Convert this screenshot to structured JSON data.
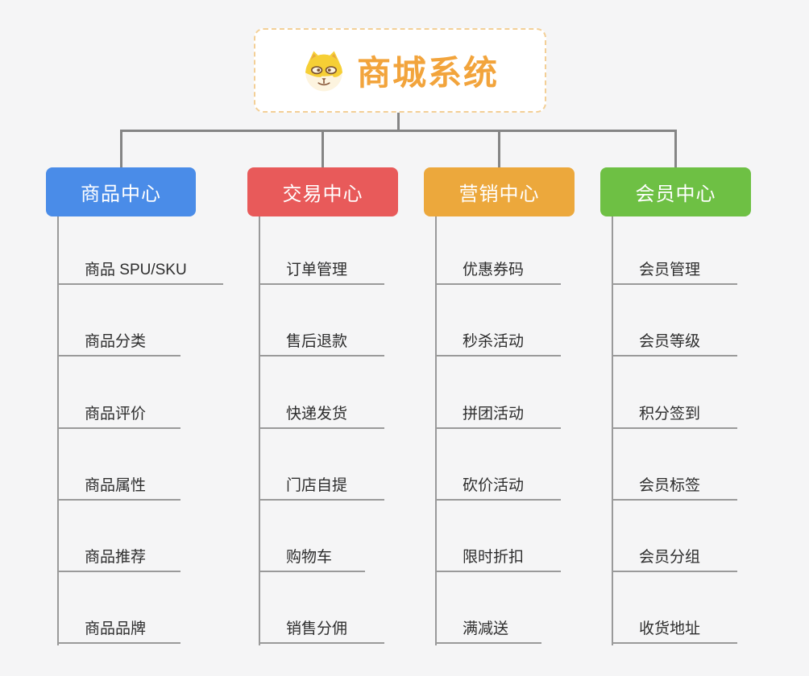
{
  "root": {
    "title": "商城系统",
    "icon": "shiba-dog-icon",
    "text_color": "#f2a43c",
    "border_color": "#f3cf96"
  },
  "connector_color": "#858585",
  "leaf_line_color": "#9a9a9a",
  "background_color": "#f5f5f6",
  "branches": [
    {
      "label": "商品中心",
      "color": "#4a8ce8",
      "children": [
        "商品 SPU/SKU",
        "商品分类",
        "商品评价",
        "商品属性",
        "商品推荐",
        "商品品牌"
      ]
    },
    {
      "label": "交易中心",
      "color": "#e85a5a",
      "children": [
        "订单管理",
        "售后退款",
        "快递发货",
        "门店自提",
        "购物车",
        "销售分佣"
      ]
    },
    {
      "label": "营销中心",
      "color": "#eca83c",
      "children": [
        "优惠券码",
        "秒杀活动",
        "拼团活动",
        "砍价活动",
        "限时折扣",
        "满减送"
      ]
    },
    {
      "label": "会员中心",
      "color": "#6ec044",
      "children": [
        "会员管理",
        "会员等级",
        "积分签到",
        "会员标签",
        "会员分组",
        "收货地址"
      ]
    }
  ]
}
